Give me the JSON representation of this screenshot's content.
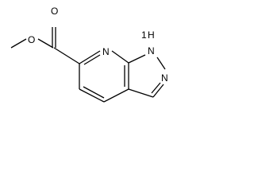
{
  "molecule": {
    "atom_labels": {
      "ester_oxygen": "O",
      "carbonyl_oxygen": "O",
      "pyridine_nitrogen": "N",
      "pyrazole_nh": "N",
      "nh_hydrogen": "H",
      "nh_locant": "1",
      "pyrazole_nitrogen": "N"
    }
  }
}
